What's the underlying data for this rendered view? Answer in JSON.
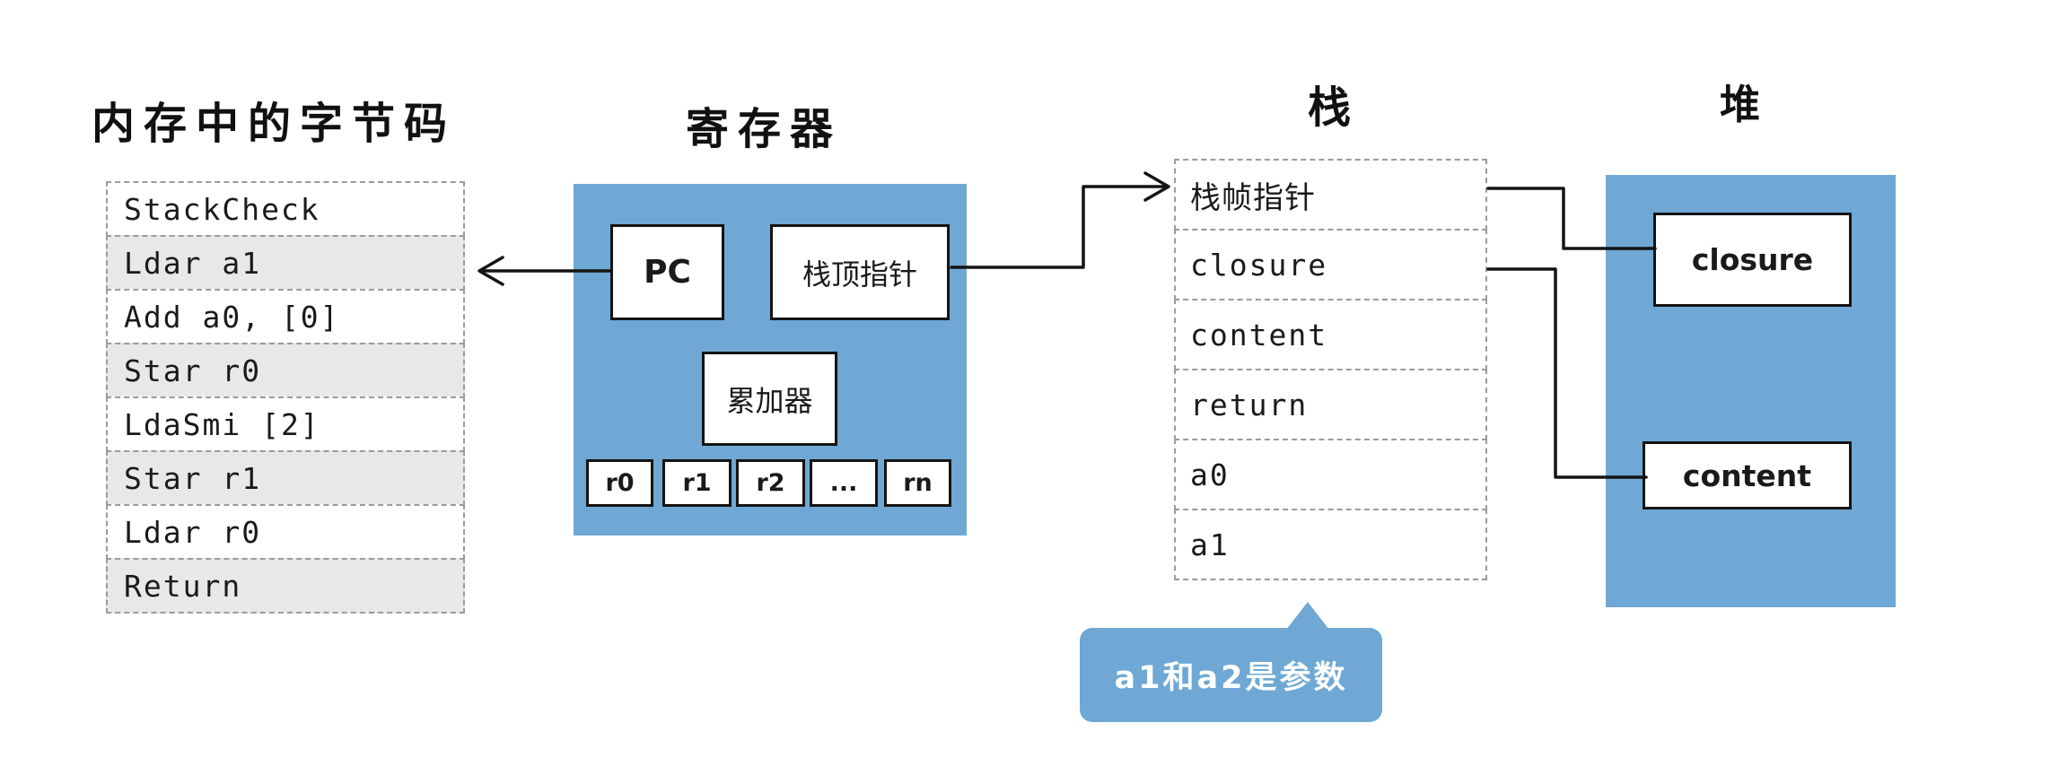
{
  "colors": {
    "blue": "#6FA8D4",
    "gray_row": "#E8E8EB",
    "orange_row": "#F9C8A0"
  },
  "bytecode": {
    "title": "内存中的字节码",
    "rows": [
      "StackCheck",
      "Ldar a1",
      "Add a0, [0]",
      "Star r0",
      "LdaSmi [2]",
      "Star r1",
      "Ldar r0",
      "Return"
    ]
  },
  "registers": {
    "title": "寄存器",
    "pc": "PC",
    "stack_top_pointer": "栈顶指针",
    "accumulator": "累加器",
    "general": [
      "r0",
      "r1",
      "r2",
      "...",
      "rn"
    ]
  },
  "stack": {
    "title": "栈",
    "rows": [
      {
        "label": "栈帧指针"
      },
      {
        "label": "closure"
      },
      {
        "label": "content"
      },
      {
        "label": "return"
      },
      {
        "label": "a0"
      },
      {
        "label": "a1"
      }
    ]
  },
  "heap": {
    "title": "堆",
    "closure_label": "closure",
    "content_label": "content"
  },
  "callout": {
    "text": "a1和a2是参数"
  }
}
